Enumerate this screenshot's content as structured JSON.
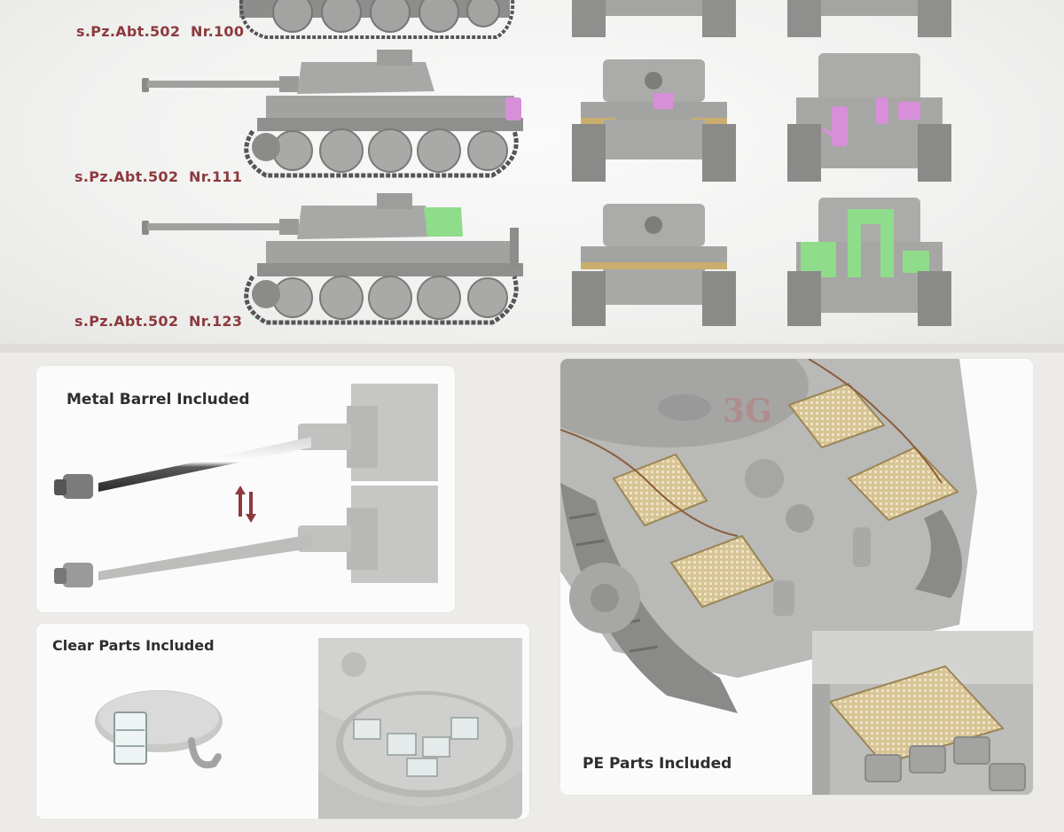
{
  "tank_variants": [
    {
      "label": "s.Pz.Abt.502  Nr.100"
    },
    {
      "label": "s.Pz.Abt.502  Nr.111"
    },
    {
      "label": "s.Pz.Abt.502  Nr.123"
    }
  ],
  "features": {
    "metal_barrel": {
      "title": "Metal Barrel Included"
    },
    "clear_parts": {
      "title": "Clear Parts Included"
    },
    "pe_parts": {
      "title": "PE Parts Included"
    }
  },
  "watermark_text": "3G",
  "colors": {
    "label_text": "#8c3a3d",
    "arrow_color": "#8c3a3d",
    "tank_gray": "#9a9a98",
    "highlight_pink": "#d78fd9",
    "highlight_green": "#8fdc8a",
    "pe_brass": "#c9ae6e"
  },
  "icons": [
    "swap-arrows-icon"
  ]
}
